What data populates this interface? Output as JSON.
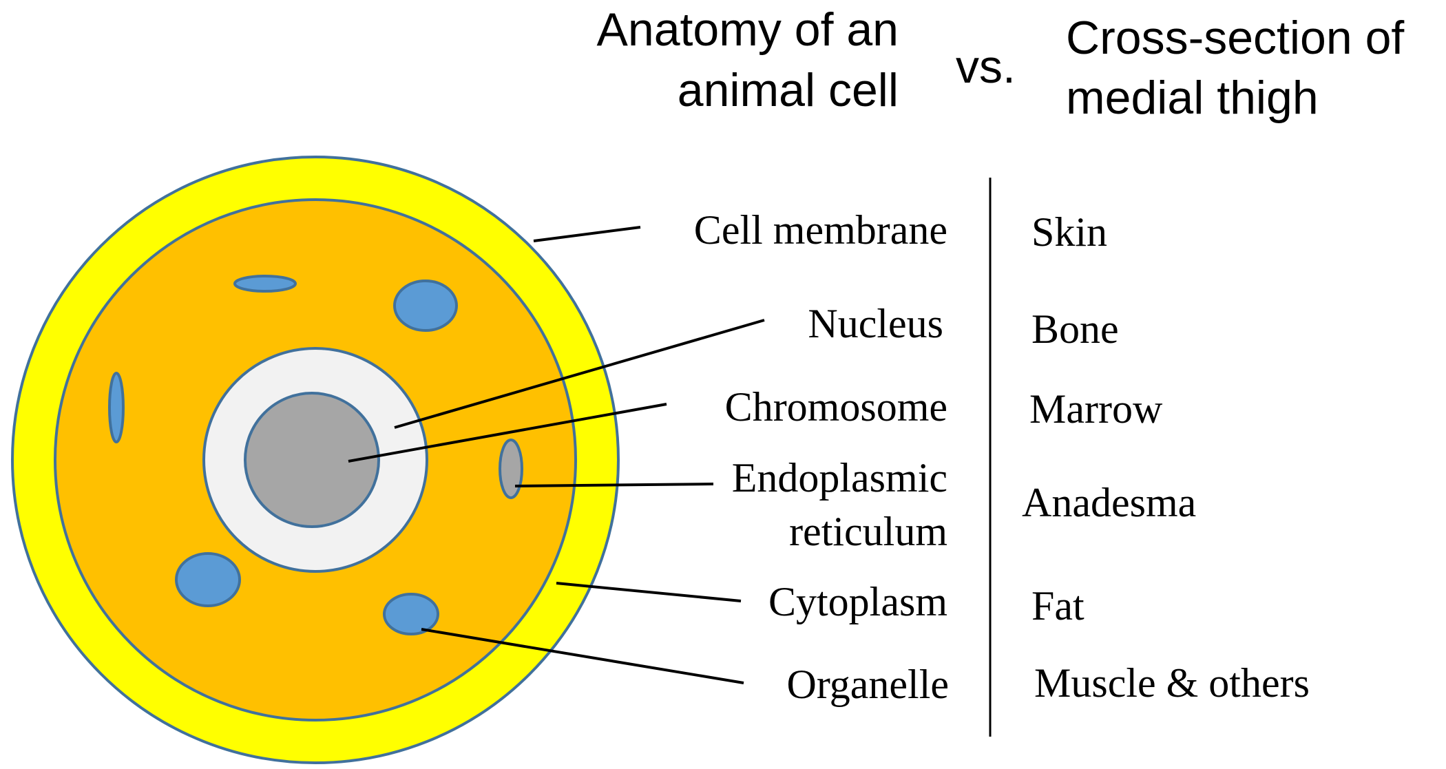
{
  "header": {
    "left_title_line1": "Anatomy of an",
    "left_title_line2": "animal cell",
    "versus": "vs.",
    "right_title_line1": "Cross-section of",
    "right_title_line2": "medial thigh"
  },
  "cell_labels": {
    "cell_membrane": "Cell membrane",
    "nucleus": "Nucleus",
    "chromosome": "Chromosome",
    "endoplasmic_line1": "Endoplasmic",
    "endoplasmic_line2": "reticulum",
    "cytoplasm": "Cytoplasm",
    "organelle": "Organelle"
  },
  "thigh_labels": {
    "skin": "Skin",
    "bone": "Bone",
    "marrow": "Marrow",
    "anadesma": "Anadesma",
    "fat": "Fat",
    "muscle": "Muscle & others"
  },
  "colors": {
    "membrane_fill": "#FFFF00",
    "cytoplasm_fill": "#FFC000",
    "nucleus_fill": "#F2F2F2",
    "chromosome_fill": "#A6A6A6",
    "organelle_fill": "#5B9BD5",
    "outline": "#41719C",
    "leader_line": "#000000"
  }
}
